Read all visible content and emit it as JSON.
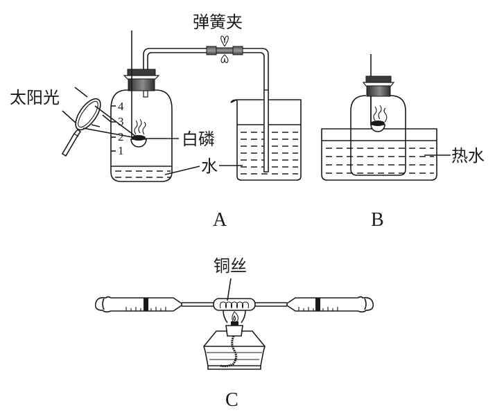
{
  "figure": {
    "panels": [
      {
        "id": "A",
        "label": "A",
        "annotations": {
          "spring_clip": "弹簧夹",
          "sunlight": "太阳光",
          "white_phosphorus": "白磷",
          "water": "水"
        },
        "scale_marks": [
          "1",
          "2",
          "3",
          "4"
        ]
      },
      {
        "id": "B",
        "label": "B",
        "annotations": {
          "hot_water": "热水"
        }
      },
      {
        "id": "C",
        "label": "C",
        "annotations": {
          "copper_wire": "铜丝"
        }
      }
    ]
  },
  "colors": {
    "ink": "#1a1a1a",
    "stopper_dark": "#3a3a3a",
    "stopper_light": "#9a9a9a",
    "background": "#ffffff"
  }
}
